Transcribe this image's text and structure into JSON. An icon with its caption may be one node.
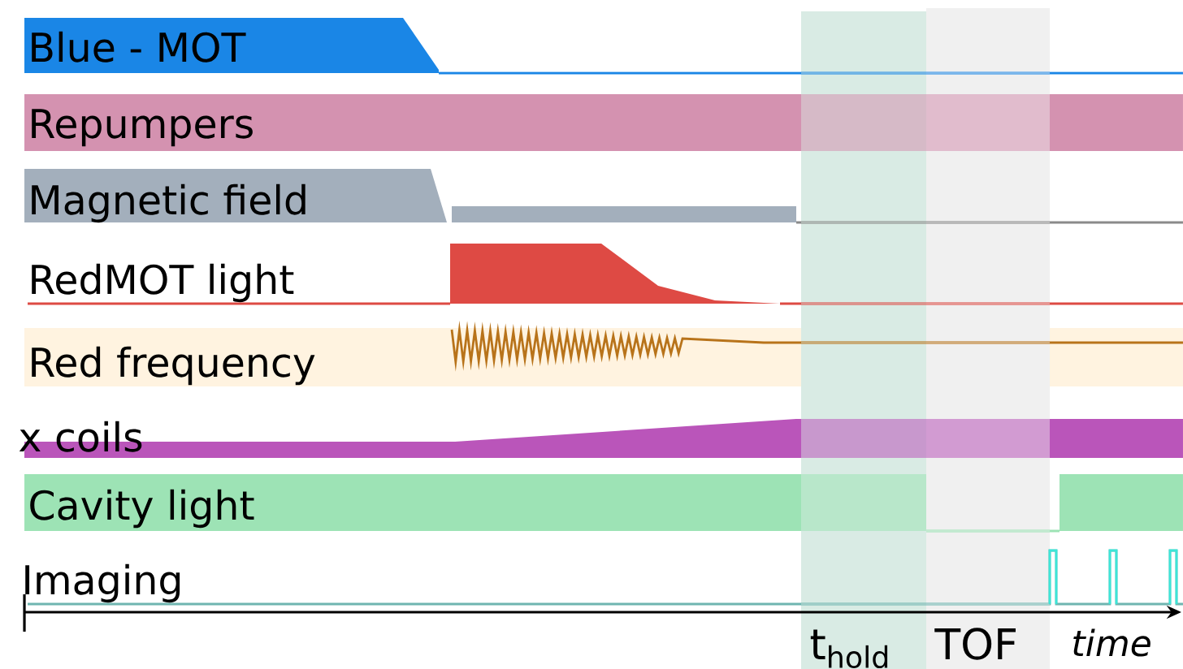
{
  "diagram": {
    "labels": [
      "Blue - MOT",
      "Repumpers",
      "Magnetic field",
      "RedMOT light",
      "Red frequency",
      "x coils",
      "Cavity light",
      "Imaging",
      "t$_{hold}$",
      "TOF",
      "time"
    ]
  }
}
